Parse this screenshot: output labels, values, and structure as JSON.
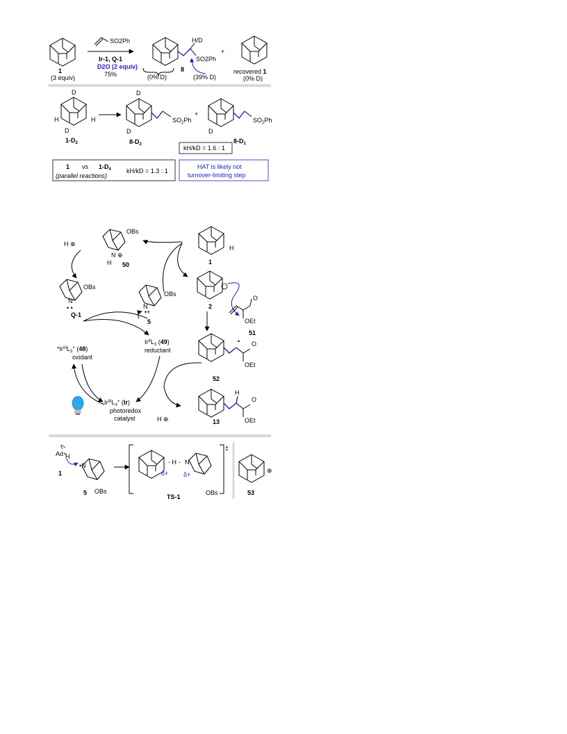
{
  "panel_a": {
    "reagent_top": "SO2Ph",
    "conditions": [
      "Ir-1, Q-1",
      "D2O (2 equiv)",
      "75%"
    ],
    "sm_label": "1",
    "sm_equiv": "(3 equiv)",
    "product_label": "8",
    "product_hd": "H/D",
    "product_so2ph": "SO2Ph",
    "d_left": "(0% D)",
    "d_right": "(39% D)",
    "plus": "+",
    "recovered": "recovered",
    "recovered_num": "1",
    "recovered_d": "(0% D)"
  },
  "panel_b": {
    "sm_label": "1-D",
    "sm_sub": "2",
    "p1_label": "8-D",
    "p1_sub": "2",
    "p2_label": "8-D",
    "p2_sub": "1",
    "plus": "+",
    "kie_intra": "kH/kD = 1.6 : 1",
    "parallel_1": "1",
    "parallel_vs": "vs",
    "parallel_2": "1-D",
    "parallel_2_sub": "4",
    "parallel_note": "(parallel reactions)",
    "kie_parallel": "kH/kD = 1.3 : 1",
    "conclusion_line1": "HAT is likely not",
    "conclusion_line2": "turnover-limiting step"
  },
  "panel_c": {
    "c50": "50",
    "c1": "1",
    "c2": "2",
    "cQ1": "Q-1",
    "c5": "5",
    "c51": "51",
    "c52": "52",
    "c13": "13",
    "obs": "OBs",
    "oet": "OEt",
    "ox_label": "*IrIIIL3+ (48)",
    "ox_role": "oxidant",
    "red_label": "IrIIL3 (49)",
    "red_role": "reductant",
    "cat_label": "IrIIIL3+ (Ir)",
    "cat_role1": "photoredox",
    "cat_role2": "catalyst",
    "h_plus": "H"
  },
  "panel_d": {
    "ad": "Ad",
    "h": "H",
    "c1": "1",
    "c5": "5",
    "obs": "OBs",
    "ts": "TS-1",
    "delta1": "δ+",
    "delta2": "δ+",
    "dagger": "‡",
    "c53": "53"
  }
}
